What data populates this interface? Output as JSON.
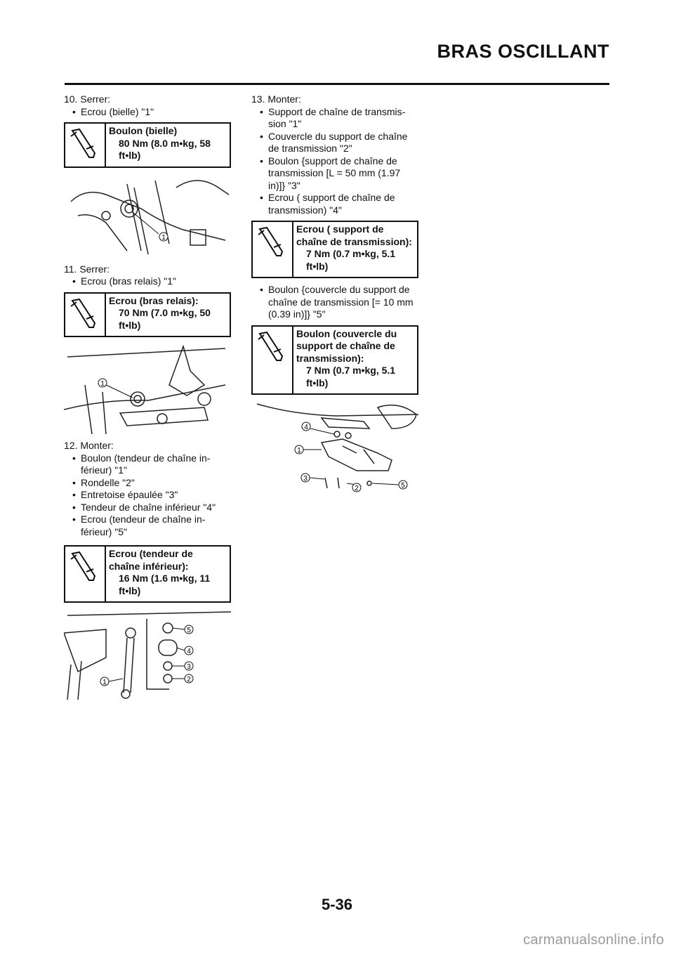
{
  "header": {
    "title": "BRAS OSCILLANT"
  },
  "left_column": {
    "step10": {
      "head": "10. Serrer:",
      "items": [
        "Ecrou (bielle) \"1\""
      ]
    },
    "torque10": {
      "title": "Boulon (bielle)",
      "value": "80 Nm (8.0 m•kg, 58 ft•lb)"
    },
    "step11": {
      "head": "11. Serrer:",
      "items": [
        "Ecrou (bras relais) \"1\""
      ]
    },
    "torque11": {
      "title": "Ecrou (bras relais):",
      "value": "70 Nm (7.0 m•kg, 50 ft•lb)"
    },
    "step12": {
      "head": "12. Monter:",
      "items": [
        "Boulon (tendeur de chaîne in-férieur) \"1\"",
        "Rondelle \"2\"",
        "Entretoise épaulée \"3\"",
        "Tendeur de chaîne inférieur \"4\"",
        "Ecrou (tendeur de chaîne in-férieur) \"5\""
      ]
    },
    "torque12": {
      "title": "Ecrou (tendeur de chaîne inférieur):",
      "value": "16 Nm (1.6 m•kg, 11 ft•lb)"
    }
  },
  "right_column": {
    "step13": {
      "head": "13. Monter:",
      "items": [
        "Support de chaîne de transmis-sion \"1\"",
        "Couvercle du support de chaîne de transmission \"2\"",
        "Boulon {support de chaîne de transmission [L = 50 mm (1.97 in)]} \"3\"",
        "Ecrou ( support de chaîne de transmission) \"4\""
      ]
    },
    "torque13a": {
      "title": "Ecrou ( support de chaîne de transmission):",
      "value": "7 Nm (0.7 m•kg, 5.1 ft•lb)"
    },
    "extra_item": "Boulon {couvercle du support de chaîne de transmission [= 10 mm (0.39 in)]} \"5\"",
    "torque13b": {
      "title": "Boulon (couvercle du support de chaîne de transmission):",
      "value": "7 Nm (0.7 m•kg, 5.1 ft•lb)"
    }
  },
  "callouts": [
    "1",
    "2",
    "3",
    "4",
    "5"
  ],
  "footer": {
    "page_number": "5-36",
    "watermark": "carmanualsonline.info"
  },
  "icons": [
    "torque-wrench-icon"
  ]
}
